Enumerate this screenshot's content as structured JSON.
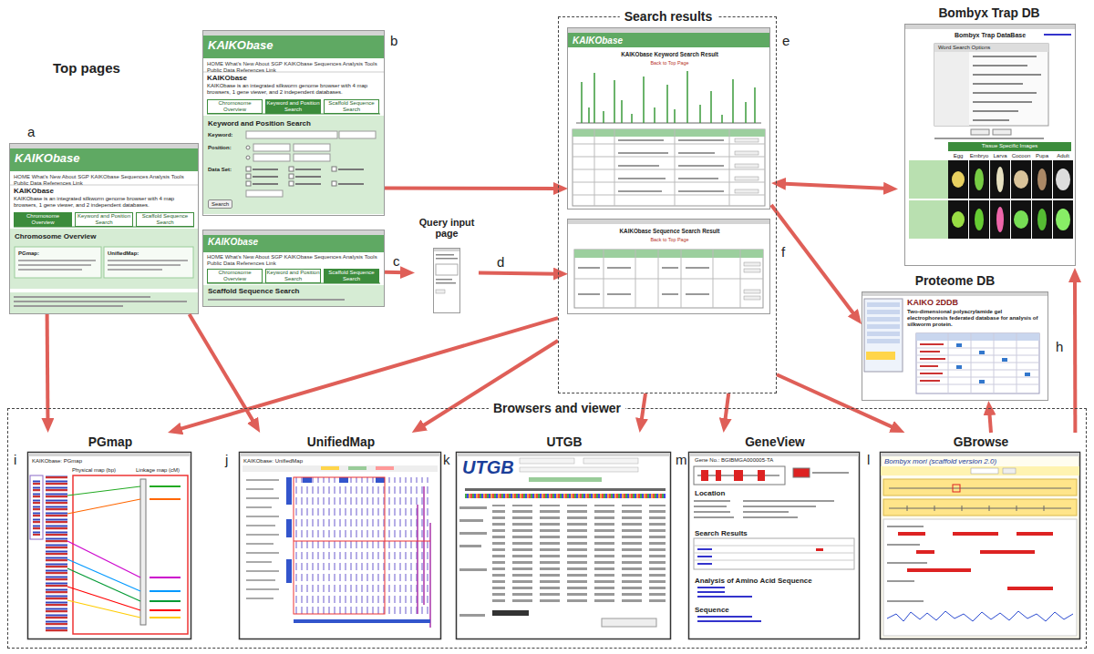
{
  "diagram": {
    "nodes": [
      {
        "text": [
          "Search results"
        ]
      },
      {
        "text": [
          "Browsers and viewer"
        ]
      },
      {
        "text": [
          "KAIKObase",
          "HOME What's New About SGP KAIKObase Sequences Analysis Tools Public Data References Link",
          "KAIKObase",
          "KAIKObase is an integrated silkworm genome browser with 4 map browsers, 1 gene viewer, and 2 independent databases.",
          "Chromosome Overview",
          "Keyword and Position Search",
          "Scaffold Sequence Search",
          "Chromosome Overview",
          "PGmap:",
          "UnifiedMap:"
        ]
      },
      {
        "text": [
          "KAIKObase",
          "HOME What's New About SGP KAIKObase Sequences Analysis Tools Public Data References Link",
          "KAIKObase",
          "KAIKObase is an integrated silkworm genome browser with 4 map browsers, 1 gene viewer, and 2 independent databases.",
          "Chromosome Overview",
          "Keyword and Position Search",
          "Scaffold Sequence Search",
          "Keyword and Position Search",
          "Keyword:",
          "Position:",
          "Data Set:",
          "Search"
        ]
      },
      {
        "text": [
          "KAIKObase",
          "HOME What's New About SGP KAIKObase Sequences Analysis Tools Public Data References Link",
          "Chromosome Overview",
          "Keyword and Position Search",
          "Scaffold Sequence Search",
          "Scaffold Sequence Search"
        ]
      },
      {
        "text": [
          "Query input page"
        ]
      },
      {
        "text": [
          "KAIKObase",
          "KAIKObase Keyword Search Result",
          "Back to Top Page"
        ],
        "in": 0
      },
      {
        "text": [
          "KAIKObase Sequence Search Result",
          "Back to Top Page"
        ],
        "in": 0
      },
      {
        "text": [
          "Bombyx Trap DB",
          "Bombyx Trap DataBase",
          "Word Search Options",
          "Tissue Specific Images",
          "Egg",
          "Embryo",
          "Larva",
          "Cocoon",
          "Pupa",
          "Adult"
        ]
      },
      {
        "text": [
          "Proteome DB",
          "KAIKO 2DDB",
          "Two-dimensional polyacrylamide gel electrophoresis federated database for analysis of silkworm protein."
        ]
      },
      {
        "text": [
          "PGmap",
          "KAIKObase: PGmap",
          "Physical map (bp)",
          "Linkage map (cM)"
        ],
        "in": 1
      },
      {
        "text": [
          "UnifiedMap",
          "KAIKObase: UnifiedMap"
        ],
        "in": 1
      },
      {
        "text": [
          "UTGB",
          "UTGB"
        ],
        "in": 1
      },
      {
        "text": [
          "GeneView",
          "Gene No.: BGIBMGA000005-TA",
          "Location",
          "Search Results",
          "Analysis of Amino Acid Sequence",
          "Sequence"
        ],
        "in": 1
      },
      {
        "text": [
          "GBrowse",
          "Bombyx mori (scaffold version 2.0)"
        ],
        "in": 1
      }
    ],
    "edges": [
      {
        "from": 2,
        "to": 10,
        "arrow": "to"
      },
      {
        "from": 2,
        "to": 11,
        "arrow": "to"
      },
      {
        "from": 3,
        "to": 6,
        "arrow": "to"
      },
      {
        "from": 4,
        "to": 5,
        "arrow": "to"
      },
      {
        "from": 5,
        "to": 7,
        "arrow": "to"
      },
      {
        "from": 6,
        "to": 8,
        "arrow": "both"
      },
      {
        "from": 6,
        "to": 9,
        "arrow": "to"
      },
      {
        "from": 0,
        "to": 10,
        "arrow": "to"
      },
      {
        "from": 0,
        "to": 11,
        "arrow": "to"
      },
      {
        "from": 0,
        "to": 12,
        "arrow": "to"
      },
      {
        "from": 0,
        "to": 13,
        "arrow": "to"
      },
      {
        "from": 0,
        "to": 14,
        "arrow": "to"
      },
      {
        "from": 14,
        "to": 9,
        "arrow": "to"
      },
      {
        "from": 14,
        "to": 8,
        "arrow": "to"
      }
    ],
    "labels": [
      "Top pages",
      "a",
      "b",
      "c",
      "d",
      "e",
      "f",
      "h",
      "i",
      "j",
      "k",
      "m",
      "l"
    ]
  }
}
